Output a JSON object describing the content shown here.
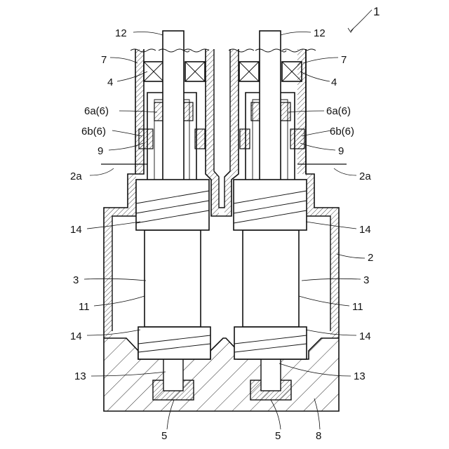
{
  "labels": {
    "fig": "1",
    "housing_stub": "2a",
    "housing": "2",
    "rotor": "3",
    "bearing": "4",
    "bottom_bearing": "5",
    "seal_a": "6a(6)",
    "seal_b": "6b(6)",
    "casing": "7",
    "base": "8",
    "ring": "9",
    "rotor_body": "11",
    "shaft": "12",
    "lower_shaft": "13",
    "screw": "14"
  },
  "colors": {
    "line": "#111111",
    "background": "#ffffff"
  }
}
